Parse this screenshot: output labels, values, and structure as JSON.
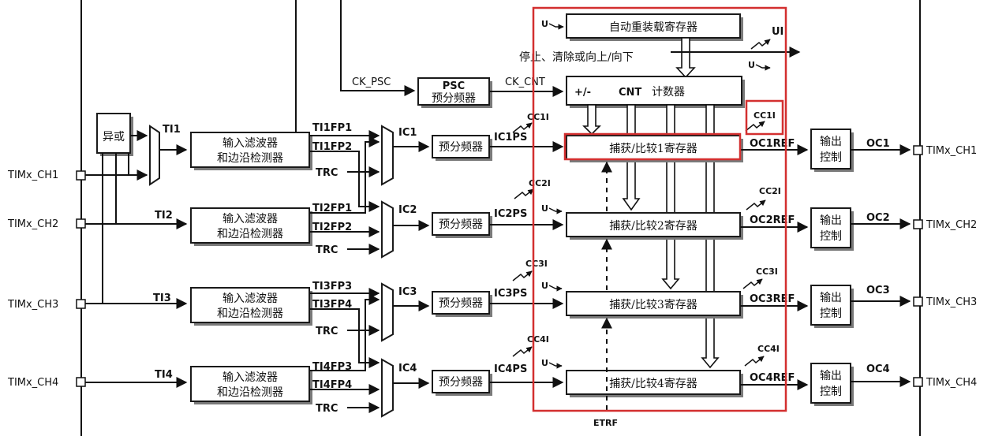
{
  "pins_left": [
    "TIMx_CH1",
    "TIMx_CH2",
    "TIMx_CH3",
    "TIMx_CH4"
  ],
  "pins_right": [
    "TIMx_CH1",
    "TIMx_CH2",
    "TIMx_CH3",
    "TIMx_CH4"
  ],
  "xor_label": "异或",
  "ti_labels": [
    "TI1",
    "TI2",
    "TI3",
    "TI4"
  ],
  "filter_line1": "输入滤波器",
  "filter_line2": "和边沿检测器",
  "tifp": [
    [
      "TI1FP1",
      "TI1FP2"
    ],
    [
      "TI2FP1",
      "TI2FP2"
    ],
    [
      "TI3FP3",
      "TI3FP4"
    ],
    [
      "TI4FP3",
      "TI4FP4"
    ]
  ],
  "trc": "TRC",
  "ic_labels": [
    "IC1",
    "IC2",
    "IC3",
    "IC4"
  ],
  "prescaler": "预分频器",
  "icps_labels": [
    "IC1PS",
    "IC2PS",
    "IC3PS",
    "IC4PS"
  ],
  "cc_labels": [
    "CC1I",
    "CC2I",
    "CC3I",
    "CC4I"
  ],
  "ccr_labels": [
    "捕获/比较1寄存器",
    "捕获/比较2寄存器",
    "捕获/比较3寄存器",
    "捕获/比较4寄存器"
  ],
  "ocref_labels": [
    "OC1REF",
    "OC2REF",
    "OC3REF",
    "OC4REF"
  ],
  "output_ctrl_line1": "输出",
  "output_ctrl_line2": "控制",
  "oc_labels": [
    "OC1",
    "OC2",
    "OC3",
    "OC4"
  ],
  "ck_psc": "CK_PSC",
  "psc_title": "PSC",
  "psc_sub": "预分频器",
  "ck_cnt": "CK_CNT",
  "arr": "自动重装载寄存器",
  "cnt_sign": "+/-",
  "cnt_title": "CNT",
  "cnt_sub": "计数器",
  "stop_text": "停止、清除或向上/向下",
  "u": "U",
  "ui": "UI",
  "etrf": "ETRF"
}
